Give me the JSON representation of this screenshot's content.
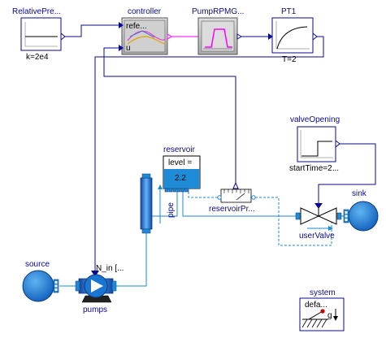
{
  "colors": {
    "signal_blue": "#0a0a8c",
    "fluid_blue": "#1f8ad6",
    "blue_dark": "#1a5fb4",
    "magenta": "#ff00ff",
    "block_gray": "#c8c8c8"
  },
  "blocks": {
    "relative_pressure": {
      "name": "RelativePre...",
      "param": "k=2e4"
    },
    "controller": {
      "name": "controller",
      "port_ref": "refe...",
      "port_u": "u"
    },
    "pump_rpm": {
      "name": "PumpRPMG..."
    },
    "pt1": {
      "name": "PT1",
      "param": "T=2"
    },
    "valve_opening": {
      "name": "valveOpening",
      "param": "startTime=2..."
    },
    "reservoir": {
      "name": "reservoir",
      "level_label": "level =",
      "level_value": "2.2"
    },
    "reservoir_pressure": {
      "name": "reservoirPr..."
    },
    "sink": {
      "name": "sink"
    },
    "user_valve": {
      "name": "userValve"
    },
    "pipe": {
      "name": "pipe"
    },
    "source": {
      "name": "source"
    },
    "pumps": {
      "name": "pumps",
      "input_label": "N_in [..."
    },
    "system": {
      "name": "system",
      "param": "defa...",
      "g_label": "g"
    }
  }
}
